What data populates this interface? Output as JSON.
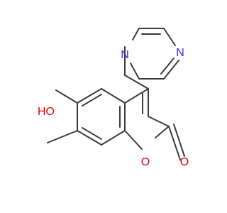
{
  "molecule": {
    "atom_labels": {
      "imidazole_n1": "N",
      "imidazole_n3": "N",
      "hydroxyl": "HO",
      "ring_oxygen": "O",
      "carbonyl_oxygen": "O"
    },
    "colors": {
      "carbon_bond": "#3b3b3b",
      "nitrogen": "#2f2fd8",
      "oxygen": "#e00000",
      "background": "#ffffff"
    }
  }
}
